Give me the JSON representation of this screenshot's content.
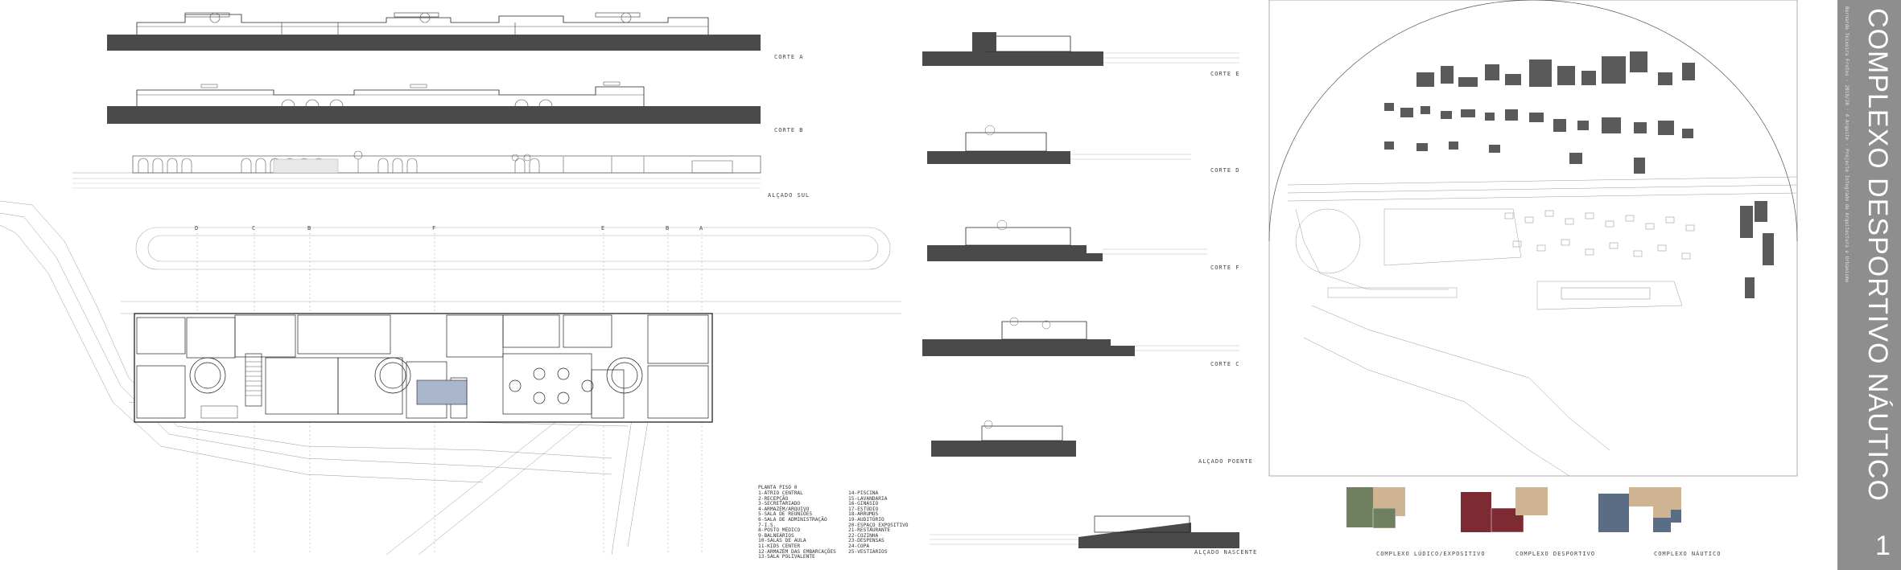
{
  "sheet": {
    "title": "COMPLEXO DESPORTIVO NÁUTICO",
    "number": "1",
    "authors": "Bernardo Teixeira Frutos · 2019/20 · 4 Arquite · Projecto Integrado de Arquitectura e Urbanismo",
    "accent_colors": {
      "sidebar": "#8e8e8e",
      "section_fill": "#4a4a4a",
      "green": "#6f7f5f",
      "red": "#7d2a33",
      "blue": "#5a6d85",
      "tan": "#cfb493"
    }
  },
  "drawings": {
    "corte_a": "CORTE A",
    "corte_b": "CORTE B",
    "alcado_sul": "ALÇADO SUL",
    "corte_e": "CORTE E",
    "corte_d": "CORTE D",
    "corte_f": "CORTE F",
    "corte_c": "CORTE C",
    "alcado_poente": "ALÇADO POENTE",
    "alcado_nascente": "ALÇADO NASCENTE"
  },
  "plan": {
    "title": "PLANTA PISO 0",
    "grid_labels": [
      "D",
      "C",
      "B",
      "F",
      "E",
      "B",
      "A"
    ],
    "legend_col1": [
      "1-ÁTRIO CENTRAL",
      "2-RECEPÇÃO",
      "3-SECRETARIADO",
      "4-ARMAZÉM/ARQUIVO",
      "5-SALA DE REUNIÕES",
      "6-SALA DE ADMINISTRAÇÃO",
      "7-I.S.",
      "8-POSTO MÉDICO",
      "9-BALNEÁRIOS",
      "10-SALAS DE AULA",
      "11-KIDS CENTER",
      "12-ARMAZÉM DAS EMBARCAÇÕES",
      "13-SALA POLIVALENTE"
    ],
    "legend_col2": [
      "14-PISCINA",
      "15-LAVANDARIA",
      "16-GINÁSIO",
      "17-ESTÚDIO",
      "18-ARRUMOS",
      "19-AUDITÓRIO",
      "20-ESPAÇO EXPOSITIVO",
      "21-RESTAURANTE",
      "22-COZINHA",
      "23-DESPENSAS",
      "24-COPA",
      "25-VESTIÁRIOS"
    ]
  },
  "diagrams": [
    {
      "label": "COMPLEXO LÚDICO/EXPOSITIVO",
      "color": "#6f7f5f"
    },
    {
      "label": "COMPLEXO DESPORTIVO",
      "color": "#7d2a33"
    },
    {
      "label": "COMPLEXO NÁUTICO",
      "color": "#5a6d85"
    }
  ]
}
